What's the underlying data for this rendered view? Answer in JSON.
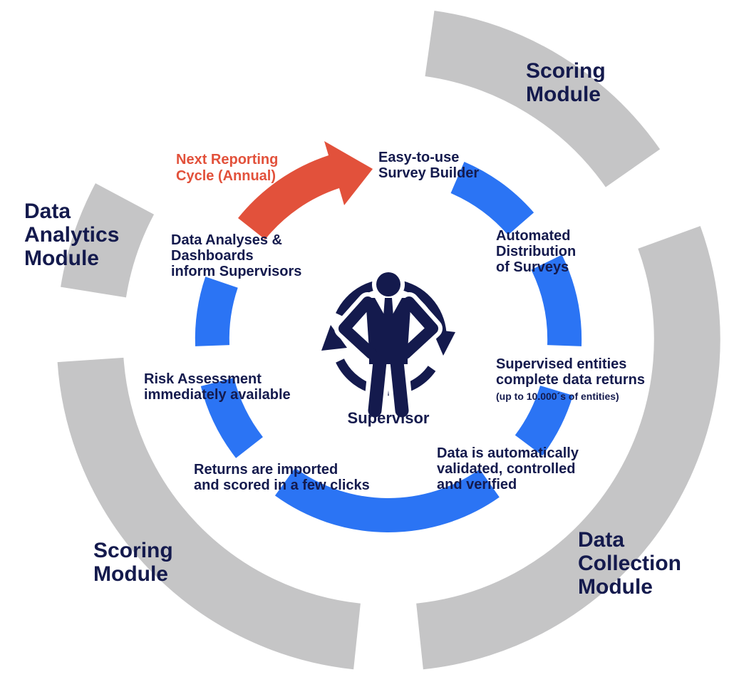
{
  "colors": {
    "navy": "#141a4d",
    "blue": "#2b74f4",
    "red": "#e2513b",
    "gray": "#c5c5c6",
    "white": "#ffffff"
  },
  "modules": {
    "scoring_top": {
      "lines": [
        "Scoring",
        "Module"
      ]
    },
    "data_analytics": {
      "lines": [
        "Data",
        "Analytics",
        "Module"
      ]
    },
    "scoring_bottom": {
      "lines": [
        "Scoring",
        "Module"
      ]
    },
    "data_collection": {
      "lines": [
        "Data",
        "Collection",
        "Module"
      ]
    }
  },
  "cycle_arrow_label": {
    "lines": [
      "Next Reporting",
      "Cycle (Annual)"
    ]
  },
  "steps": {
    "survey_builder": {
      "lines": [
        "Easy-to-use",
        "Survey Builder"
      ]
    },
    "distribution": {
      "lines": [
        "Automated",
        "Distribution",
        "of Surveys"
      ]
    },
    "entities": {
      "lines": [
        "Supervised entities",
        "complete data returns"
      ],
      "note": "(up to 10.000´s of entities)"
    },
    "validation": {
      "lines": [
        "Data is automatically",
        "validated, controlled",
        "and verified"
      ]
    },
    "import_scoring": {
      "lines": [
        "Returns are imported",
        "and scored in a few clicks"
      ]
    },
    "risk": {
      "lines": [
        "Risk Assessment",
        "immediately available"
      ]
    },
    "analyses": {
      "lines": [
        "Data Analyses &",
        "Dashboards",
        "inform Supervisors"
      ]
    }
  },
  "center": {
    "label": "Supervisor"
  }
}
